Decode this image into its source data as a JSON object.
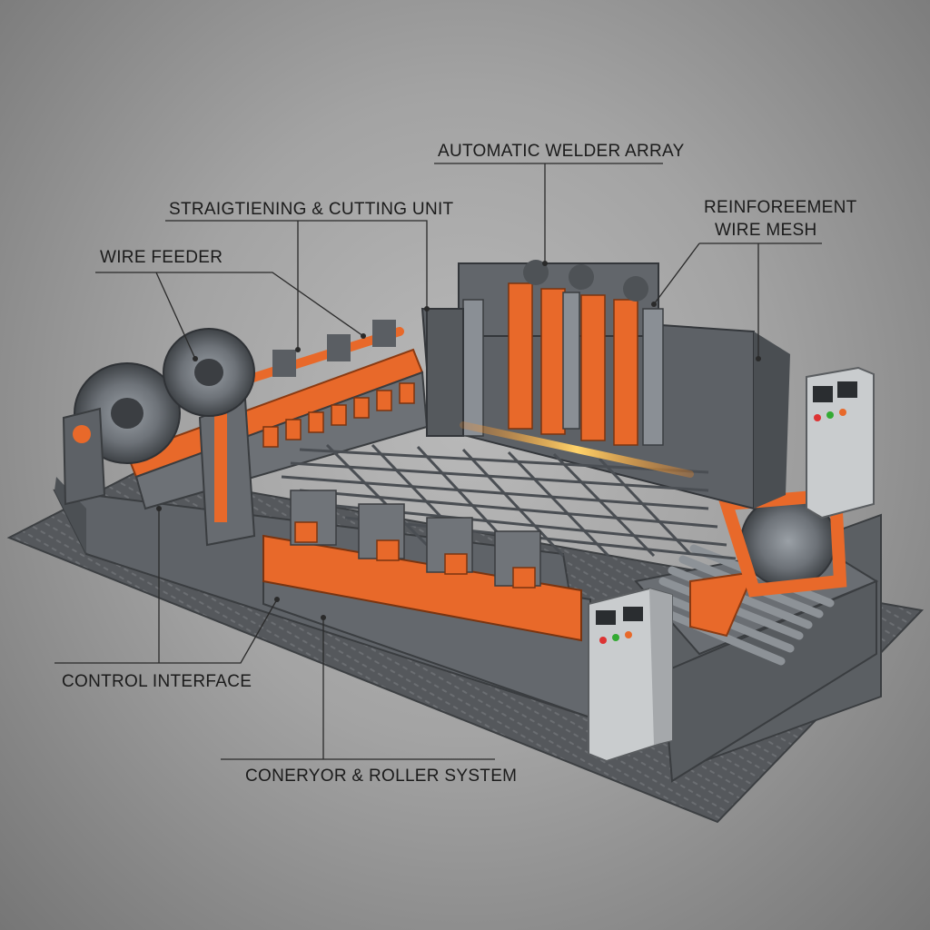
{
  "labels": {
    "automatic_welder_array": "AUTOMATIC WELDER ARRAY",
    "straightening_cutting_unit": "STRAIGTIENING & CUTTING UNIT",
    "reinforcement_wire_mesh_line1": "REINFOREEMENT",
    "reinforcement_wire_mesh_line2": "WIRE MESH",
    "wire_feeder": "WIRE FEEDER",
    "control_interface": "CONTROL INTERFACE",
    "conveyor_roller_system": "CONERYOR & ROLLER SYSTEM"
  },
  "colors": {
    "background": "#a3a3a3",
    "machine_gray": "#6f7378",
    "accent_orange": "#e8692a",
    "weld_glow": "#ffb23a",
    "line": "#2a2a2a"
  }
}
